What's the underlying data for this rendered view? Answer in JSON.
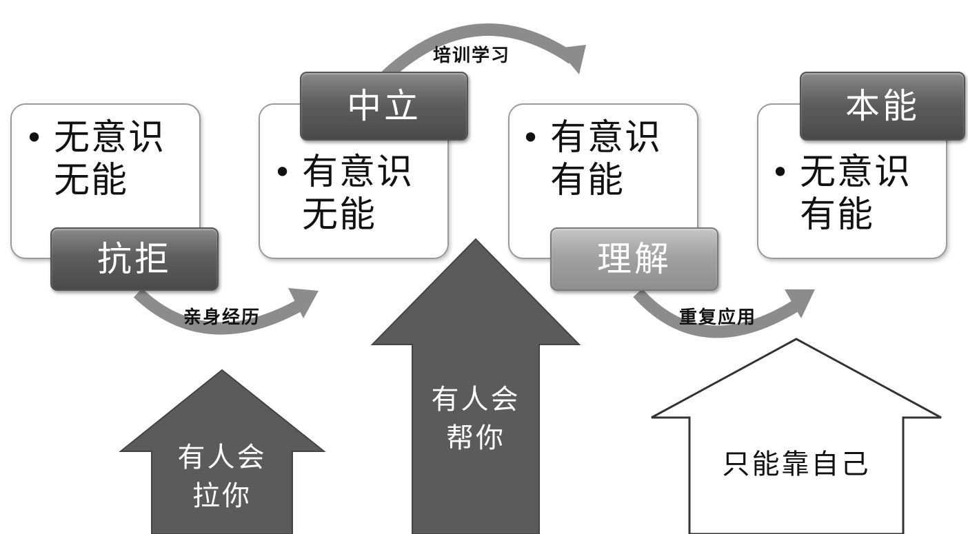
{
  "stages": [
    {
      "lines": [
        "无意识",
        "无能"
      ],
      "tab": "抗拒"
    },
    {
      "lines": [
        "有意识",
        "无能"
      ],
      "tab": "中立"
    },
    {
      "lines": [
        "有意识",
        "有能"
      ],
      "tab": "理解"
    },
    {
      "lines": [
        "无意识",
        "有能"
      ],
      "tab": "本能"
    }
  ],
  "transitions": [
    "亲身经历",
    "培训学习",
    "重复应用"
  ],
  "supports": [
    {
      "lines": [
        "有人会",
        "拉你"
      ]
    },
    {
      "lines": [
        "有人会",
        "帮你"
      ]
    },
    {
      "lines": [
        "只能靠自己"
      ]
    }
  ],
  "colors": {
    "tab_dark": "#5a5a5a",
    "tab_light": "#a0a0a0",
    "arrow_fill": "#5b5b5b",
    "curve": "#8c8c8c"
  }
}
